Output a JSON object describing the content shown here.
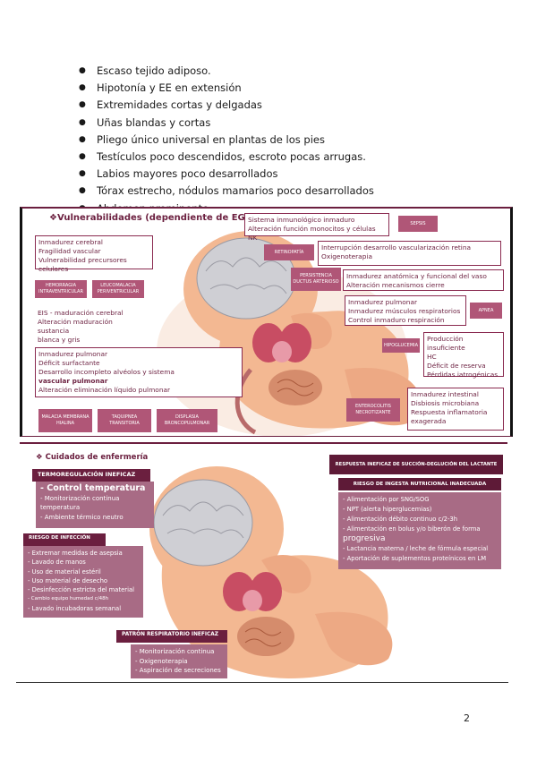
{
  "bullets": [
    "Escaso tejido adiposo.",
    "Hipotonía y EE en extensión",
    "Extremidades cortas y delgadas",
    "Uñas blandas y cortas",
    "Pliego único universal en plantas de los pies",
    "Testículos poco descendidos, escroto pocas arrugas.",
    "Labios mayores poco desarrollados",
    "Tórax estrecho, nódulos mamarios poco desarrollados",
    "Abdomen prominente"
  ],
  "panel1": {
    "title": "❖Vulnerabilidades (dependiente de EG)",
    "box_cerebral": [
      "Inmadurez cerebral",
      "Fragilidad vascular",
      "Vulnerabilidad precursores celulares"
    ],
    "tag_hemorragia": "HEMORRAGIA INTRAVENTRICULAR",
    "tag_leucomalacia": "LEUCOMALACIA PERIVENTRICULAR",
    "box_eis": [
      "EIS - maduración cerebral",
      "Alteración maduración sustancia",
      "blanca y gris"
    ],
    "box_pulmonar": [
      "Inmadurez pulmonar",
      "Déficit surfactante",
      "Desarrollo incompleto alvéolos y sistema",
      "vascular pulmonar",
      "Alteración eliminación líquido pulmonar"
    ],
    "tag_membrana": "MALACIA MEMBRANA HIALINA",
    "tag_taquipnea": "TAQUIPNEA TRANSITORIA",
    "tag_displasia": "DISPLASIA BRONCOPULMONAR",
    "box_inmuno": [
      "Sistema inmunológico inmaduro",
      "Alteración función monocitos y células NK"
    ],
    "tag_sepsis": "SEPSIS",
    "tag_retinopatia": "RETINOPATÍA",
    "box_retina": [
      "Interrupción desarrollo vascularización retina",
      "Oxigenoterapia"
    ],
    "tag_ductus": "PERSISTENCIA DUCTUS ARTERIOSO",
    "box_vaso": [
      "Inmadurez anatómica y funcional del vaso",
      "Alteración mecanismos cierre"
    ],
    "box_respiratoria": [
      "Inmadurez pulmonar",
      "Inmadurez músculos respiratorios",
      "Control inmaduro respiración"
    ],
    "tag_apnea": "APNEA",
    "tag_hipoglucemia": "HIPOGLUCEMIA",
    "box_hipo": [
      "Producción insuficiente",
      "HC",
      "Déficit de reserva",
      "Pérdidas iatrogénicas"
    ],
    "tag_enterocolitis": "ENTEROCOLITIS NECROTIZANTE",
    "box_intestinal": [
      "Inmadurez intestinal",
      "Disbiosis microbiana",
      "Respuesta inflamatoria",
      "exagerada"
    ]
  },
  "panel2": {
    "title": "❖ Cuidados de enfermería",
    "termo_title": "TERMOREGULACIÓN INEFICAZ",
    "termo_items": [
      "- Control temperatura",
      "- Monitorización continua",
      "  temperatura",
      "- Ambiente térmico neutro"
    ],
    "infeccion_title": "RIESGO DE INFECCIÓN",
    "infeccion_items": [
      "- Extremar medidas de asepsia",
      "- Lavado de manos",
      "- Uso de material estéril",
      "- Uso material de desecho",
      "- Desinfección estricta del material",
      "- Cambio equipo humedad c/48h",
      "- Lavado incubadoras semanal"
    ],
    "succion_title": "RESPUESTA INEFICAZ DE SUCCIÓN-DEGLUCIÓN DEL LACTANTE",
    "nutricion_title": "RIESGO DE INGESTA NUTRICIONAL INADECUADA",
    "nutricion_items": [
      "- Alimentación por SNG/SOG",
      "- NPT (alerta hiperglucemias)",
      "- Alimentación débito continuo c/2-3h",
      "- Alimentación en bolus y/o biberón de forma",
      "  progresiva",
      "- Lactancia materna / leche de fórmula especial",
      "- Aportación de suplementos proteínicos en LM"
    ],
    "respiratorio_title": "PATRÓN RESPIRATORIO INEFICAZ",
    "respiratorio_items": [
      "- Monitorización continua",
      "- Oxigenoterapia",
      "- Aspiración de secreciones"
    ]
  },
  "page_number": "2",
  "colors": {
    "primary": "#6b1f3f",
    "tag": "#b05677",
    "box_fill": "#a86b85",
    "skin": "#f3b892"
  }
}
